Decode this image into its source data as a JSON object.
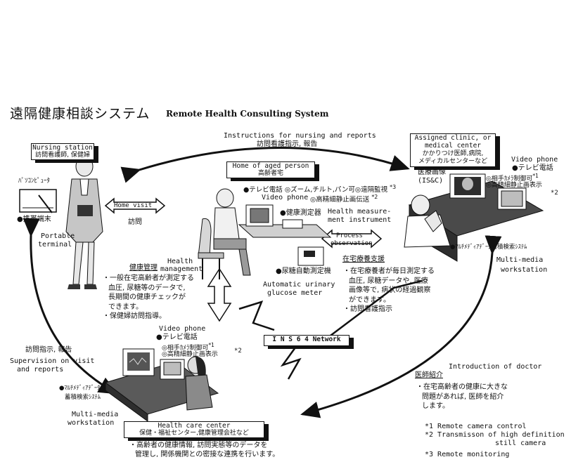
{
  "title": {
    "jp": "遠隔健康相談システム",
    "en": "Remote Health Consulting System"
  },
  "top_arrow": {
    "en": "Instructions for nursing and reports",
    "jp": "訪問看護指示, 報告"
  },
  "nursing_station": {
    "en": "Nursing station",
    "jp": "訪問看護師, 保健婦"
  },
  "pc_label": "ﾊﾟｿｺﾝﾋﾟｭｰﾀ",
  "portable_terminal": {
    "jp": "●携帯端末",
    "en1": "Portable",
    "en2": "terminal"
  },
  "home_visit": {
    "en": "Home visit",
    "jp": "訪問"
  },
  "home": {
    "en": "Home of aged person",
    "jp": "高齢者宅"
  },
  "home_videophone": {
    "jp": "●テレビ電話",
    "opts": "◎ズーム,チルト,パン可◎遠隔監視",
    "note": "*3",
    "en": "Video phone",
    "still": "◎高精細静止画伝送",
    "still_note": "*2"
  },
  "health_measure": {
    "jp": "●健康測定器",
    "en1": "Health measure-",
    "en2": "ment instrument"
  },
  "process_obs": {
    "en1": "Process",
    "en2": "observation"
  },
  "urinary": {
    "jp": "●尿糖自動測定機",
    "en1": "Automatic urinary",
    "en2": "glucose meter"
  },
  "home_support": {
    "jp": "在宅療養支援",
    "lines": [
      "・在宅療養者が毎日測定する",
      "血圧, 尿糖データや, 医療",
      "画像等で, 病状の経過観察",
      "ができます。",
      "・訪問看護指示"
    ]
  },
  "health_mgmt": {
    "en1": "Health",
    "en2": "management",
    "jp": "健康管理",
    "lines": [
      "・一般在宅高齢者が測定する",
      "血圧, 尿糖等のデータで,",
      "長期間の健康チェックが",
      "できます。",
      "・保健婦訪問指導。"
    ]
  },
  "clinic": {
    "en1": "Assigned clinic, or",
    "en2": "medical center",
    "jp1": "かかりつけ医師,病院,",
    "jp2": "メディカルセンターなど"
  },
  "clinic_videophone": {
    "en": "Video phone",
    "jp": "●テレビ電話",
    "opt1": "◎相手ｶﾒﾗ制御可",
    "opt1_note": "*1",
    "opt2": "◎高精細静止画表示",
    "opt2_note": "*2"
  },
  "medical_image": {
    "jp": "医療画像",
    "en": "(IS&C)"
  },
  "clinic_mm": {
    "jp": "●ﾏﾙﾁﾒﾃﾞｨｱﾃﾞｰﾀ蓄積検索ｼｽﾃﾑ",
    "en1": "Multi-media",
    "en2": "workstation"
  },
  "ins": "I N S 6 4  Network",
  "left_arrow": {
    "jp": "訪問指示, 報告",
    "en1": "Supervision on visit",
    "en2": "and reports"
  },
  "center_videophone": {
    "en": "Video phone",
    "jp": "●テレビ電話",
    "opt1": "◎相手ｶﾒﾗ制御可",
    "opt1_note": "*1",
    "opt2": "◎高精細静止画表示",
    "opt2_note": "*2"
  },
  "center_mm": {
    "jp1": "●ﾏﾙﾁﾒﾃﾞｨｱﾃﾞｰﾀ",
    "jp2": "蓄積検索ｼｽﾃﾑ",
    "en1": "Multi-media",
    "en2": "workstation"
  },
  "health_center": {
    "en": "Health care center",
    "jp": "保健・福祉センター,健康管理会社など",
    "lines": [
      "・高齢者の健康情報, 訪問実態等のデータを",
      "管理し, 関係機関との密接な連携を行います。"
    ]
  },
  "doctor_intro": {
    "en": "Introduction of doctor",
    "jp": "医師紹介",
    "lines": [
      "・在宅高齢者の健康に大きな",
      "問題があれば, 医師を紹介",
      "します。"
    ]
  },
  "footnotes": [
    "*1 Remote camera control",
    "*2 Transmisson of high definition",
    "still camera",
    "*3 Remote monitoring"
  ]
}
